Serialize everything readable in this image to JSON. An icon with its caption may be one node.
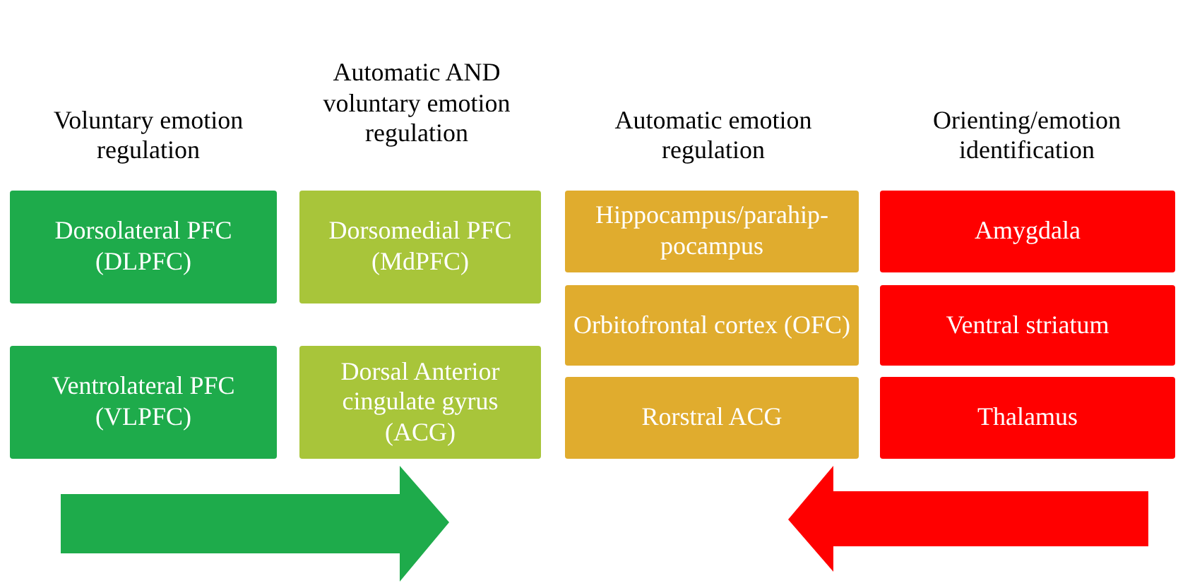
{
  "diagram": {
    "nodes": [
      {
        "text": [
          "Dorsolateral PFC (DLPFC)"
        ]
      },
      {
        "text": [
          "Ventrolateral PFC (VLPFC)"
        ]
      },
      {
        "text": [
          "Dorsomedial PFC (MdPFC)"
        ]
      },
      {
        "text": [
          "Dorsal Anterior cingulate gyrus (ACG)"
        ]
      },
      {
        "text": [
          "Hippocampus/parahip- pocampus"
        ]
      },
      {
        "text": [
          "Orbitofrontal cortex (OFC)"
        ]
      },
      {
        "text": [
          "Rorstral ACG"
        ]
      },
      {
        "text": [
          "Amygdala"
        ]
      },
      {
        "text": [
          "Ventral striatum"
        ]
      },
      {
        "text": [
          "Thalamus"
        ]
      }
    ],
    "labels": [
      "Voluntary emotion regulation",
      "Automatic AND voluntary emotion regulation",
      "Automatic emotion regulation",
      "Orienting/emotion identification"
    ]
  }
}
